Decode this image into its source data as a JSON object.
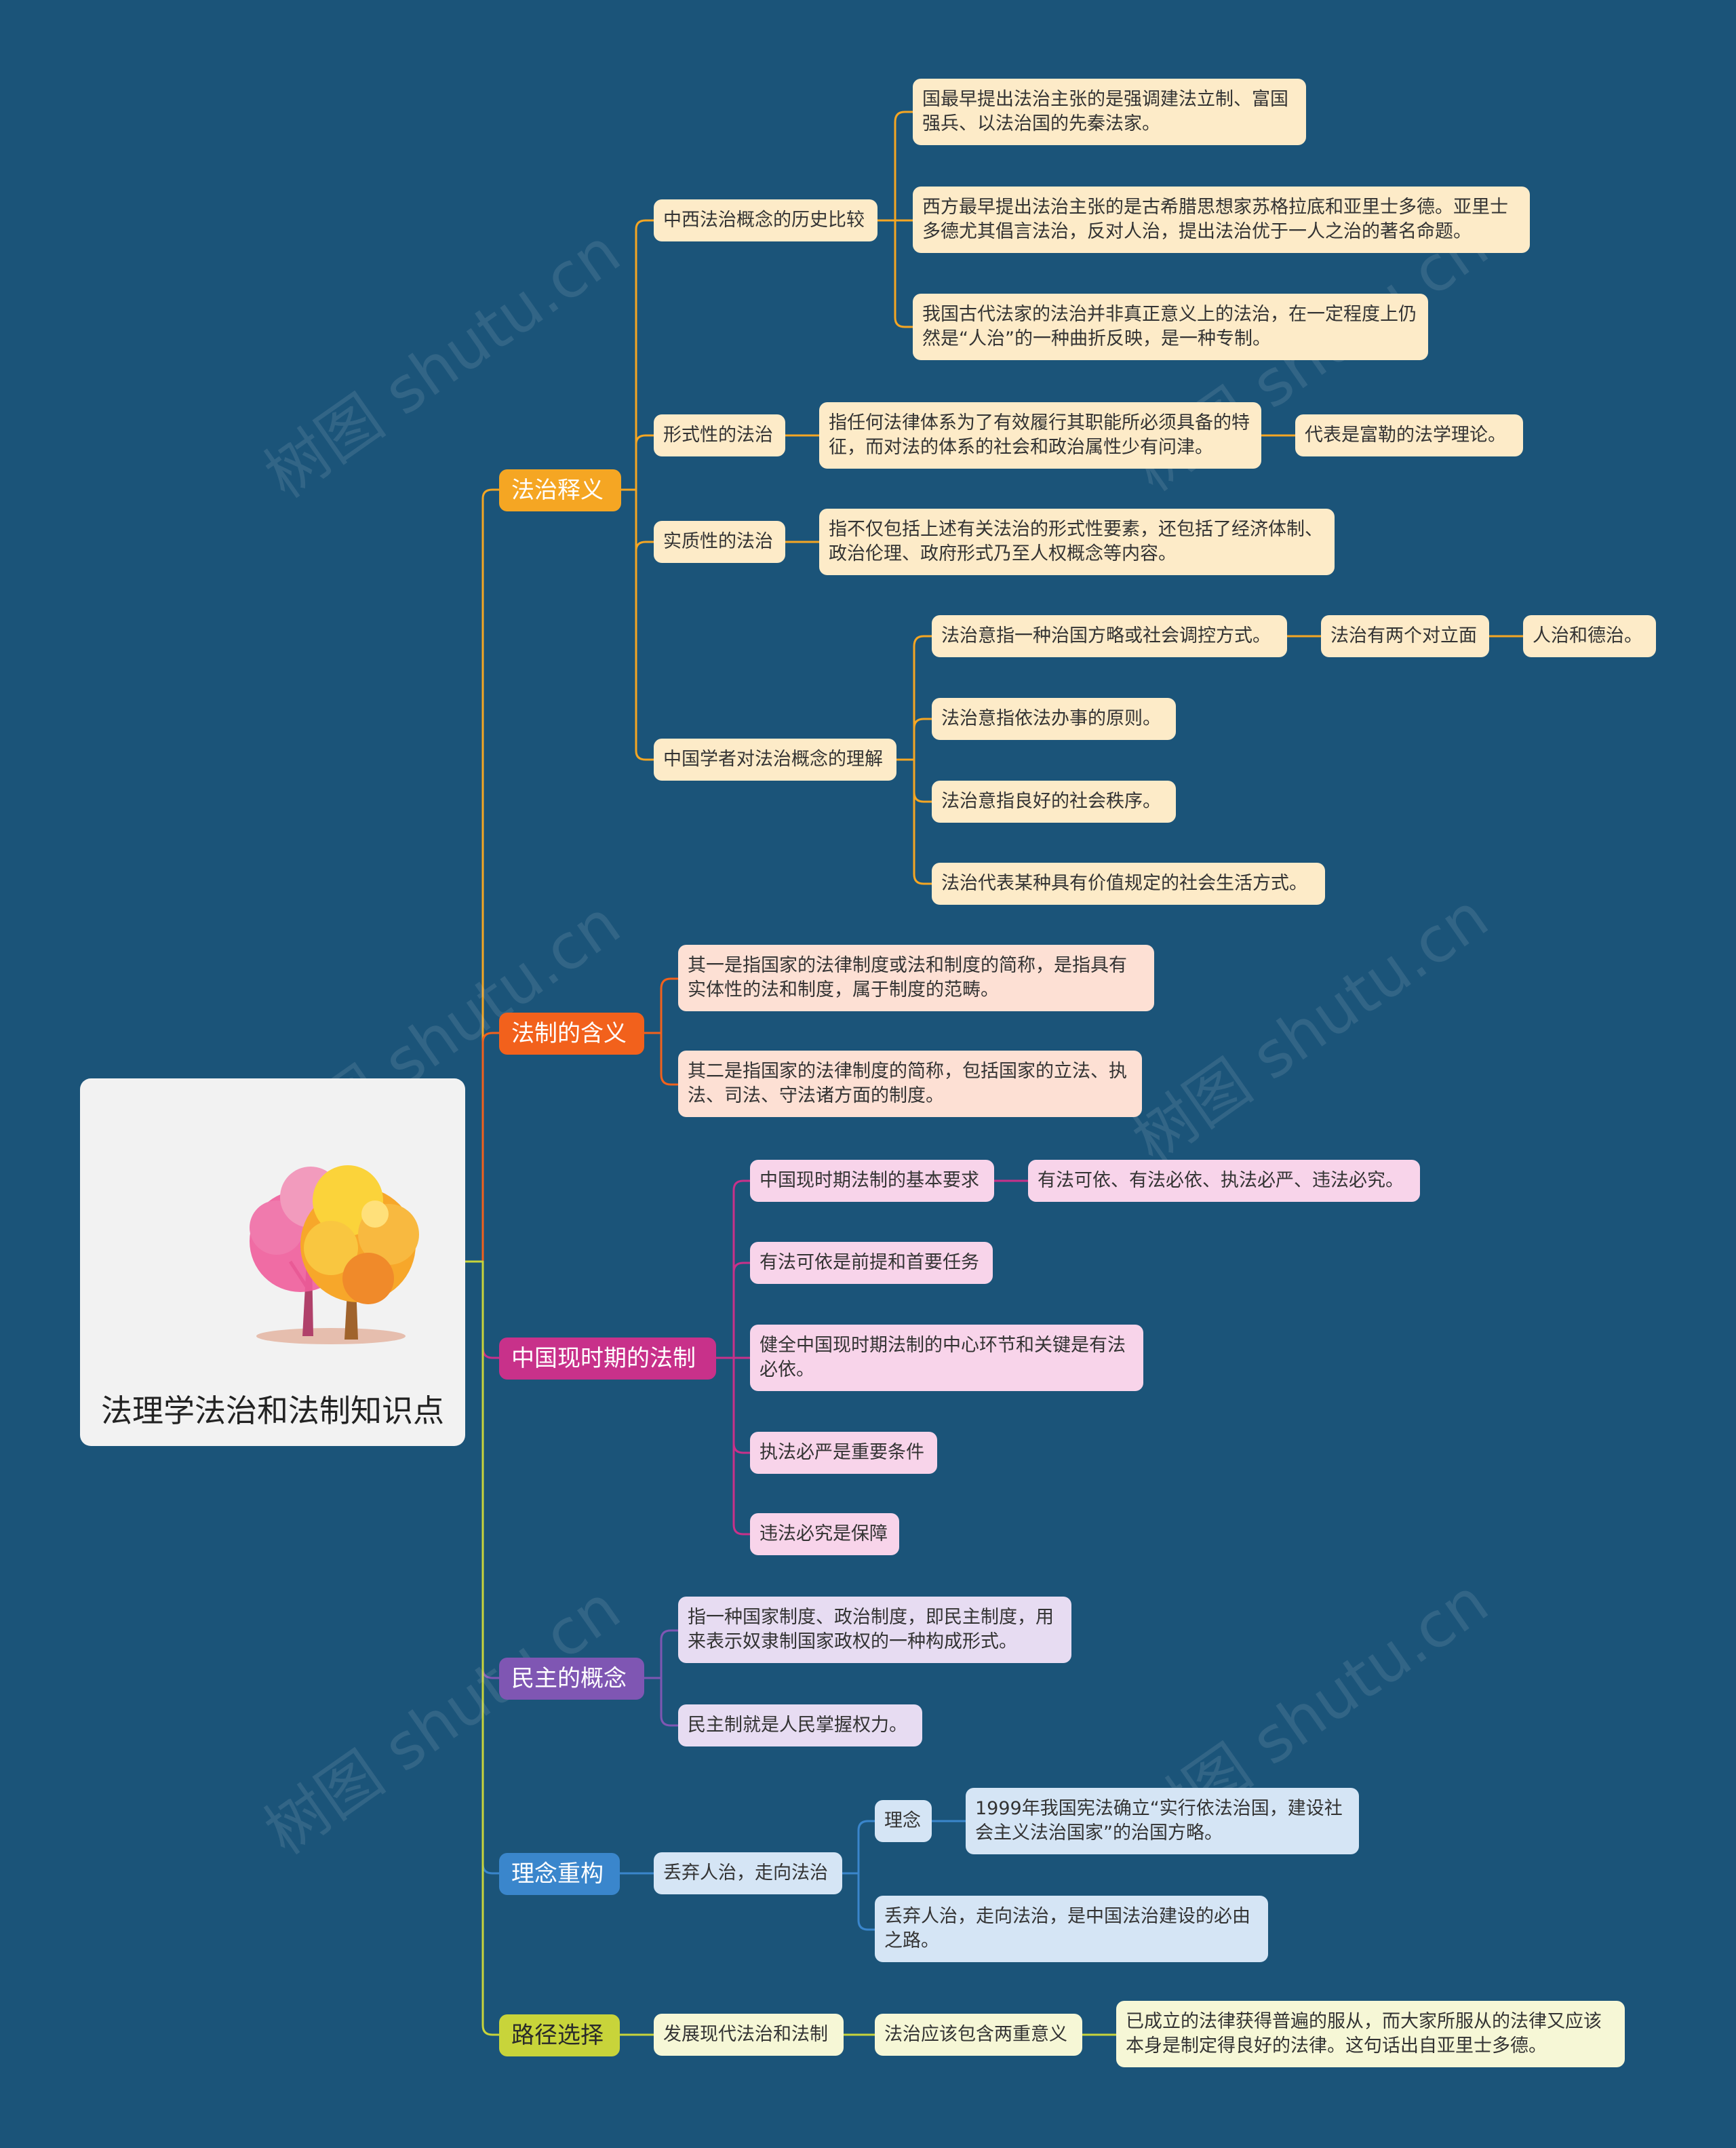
{
  "root": {
    "title": "法理学法治和法制知识点"
  },
  "watermark": "树图 shutu.cn",
  "colors": {
    "background": "#1b5479",
    "orange": "#f5a623",
    "red_orange": "#f2611c",
    "magenta": "#c8318a",
    "purple": "#7f56b3",
    "blue": "#3a86cc",
    "lime": "#c8d43a"
  },
  "branches": {
    "fazhi_shiyi": {
      "label": "法治释义",
      "history": {
        "label": "中西法治概念的历史比较",
        "items": [
          "国最早提出法治主张的是强调建法立制、富国强兵、以法治国的先秦法家。",
          "西方最早提出法治主张的是古希腊思想家苏格拉底和亚里士多德。亚里士多德尤其倡言法治，反对人治，提出法治优于一人之治的著名命题。",
          "我国古代法家的法治并非真正意义上的法治，在一定程度上仍然是“人治”的一种曲折反映，是一种专制。"
        ]
      },
      "formal": {
        "label": "形式性的法治",
        "desc": "指任何法律体系为了有效履行其职能所必须具备的特征，而对法的体系的社会和政治属性少有问津。",
        "rep": "代表是富勒的法学理论。"
      },
      "substantive": {
        "label": "实质性的法治",
        "desc": "指不仅包括上述有关法治的形式性要素，还包括了经济体制、政治伦理、政府形式乃至人权概念等内容。"
      },
      "scholars": {
        "label": "中国学者对法治概念的理解",
        "items": [
          "法治意指一种治国方略或社会调控方式。",
          "法治意指依法办事的原则。",
          "法治意指良好的社会秩序。",
          "法治代表某种具有价值规定的社会生活方式。"
        ],
        "opposite": "法治有两个对立面",
        "opposite_value": "人治和德治。"
      }
    },
    "fazhi_hanyi": {
      "label": "法制的含义",
      "items": [
        "其一是指国家的法律制度或法和制度的简称，是指具有实体性的法和制度，属于制度的范畴。",
        "其二是指国家的法律制度的简称，包括国家的立法、执法、司法、守法诸方面的制度。"
      ]
    },
    "xianshi": {
      "label": "中国现时期的法制",
      "basic": "中国现时期法制的基本要求",
      "basic_value": "有法可依、有法必依、执法必严、违法必究。",
      "items": [
        "有法可依是前提和首要任务",
        "健全中国现时期法制的中心环节和关键是有法必依。",
        "执法必严是重要条件",
        "违法必究是保障"
      ]
    },
    "minzhu": {
      "label": "民主的概念",
      "items": [
        "指一种国家制度、政治制度，即民主制度，用来表示奴隶制国家政权的一种构成形式。",
        "民主制就是人民掌握权力。"
      ]
    },
    "linian": {
      "label": "理念重构",
      "child": "丢弃人治，走向法治",
      "idea": "理念",
      "idea_value": "1999年我国宪法确立“实行依法治国，建设社会主义法治国家”的治国方略。",
      "road": "丢弃人治，走向法治，是中国法治建设的必由之路。"
    },
    "lujing": {
      "label": "路径选择",
      "child": "发展现代法治和法制",
      "grand": "法治应该包含两重意义",
      "value": "已成立的法律获得普遍的服从，而大家所服从的法律又应该本身是制定得良好的法律。这句话出自亚里士多德。"
    }
  }
}
